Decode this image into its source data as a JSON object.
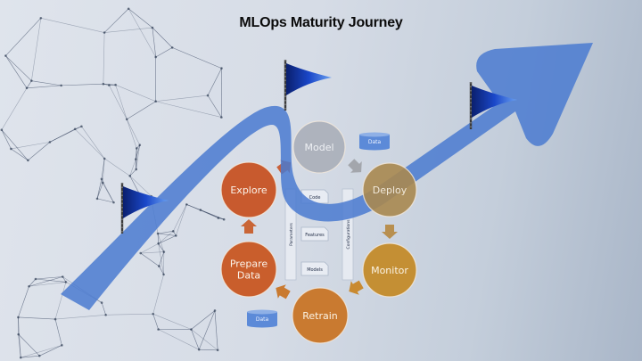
{
  "title": "MLOps Maturity Journey",
  "colors": {
    "arrow": "#4a7ad0",
    "flag": "#1840b8",
    "explore": "#c85a2e",
    "prepare": "#c95e2c",
    "retrain": "#c97a30",
    "monitor": "#c48f34",
    "deploy": "#a88850",
    "model": "#a7acb6",
    "data_store": "#5c8ad8"
  },
  "cycle": {
    "stages": [
      {
        "id": "model",
        "label": "Model"
      },
      {
        "id": "deploy",
        "label": "Deploy"
      },
      {
        "id": "monitor",
        "label": "Monitor"
      },
      {
        "id": "retrain",
        "label": "Retrain"
      },
      {
        "id": "prepare",
        "label": "Prepare Data",
        "lines": [
          "Prepare",
          "Data"
        ]
      },
      {
        "id": "explore",
        "label": "Explore"
      }
    ],
    "data_stores": [
      {
        "label": "Data"
      },
      {
        "label": "Data"
      }
    ],
    "artifacts": [
      {
        "label": "Code"
      },
      {
        "label": "Features"
      },
      {
        "label": "Models"
      }
    ],
    "side_bars": {
      "left": "Parameters",
      "right": "Configurations"
    }
  },
  "journey": {
    "flags": [
      {
        "name": "milestone-1"
      },
      {
        "name": "milestone-2"
      },
      {
        "name": "milestone-3"
      }
    ]
  }
}
